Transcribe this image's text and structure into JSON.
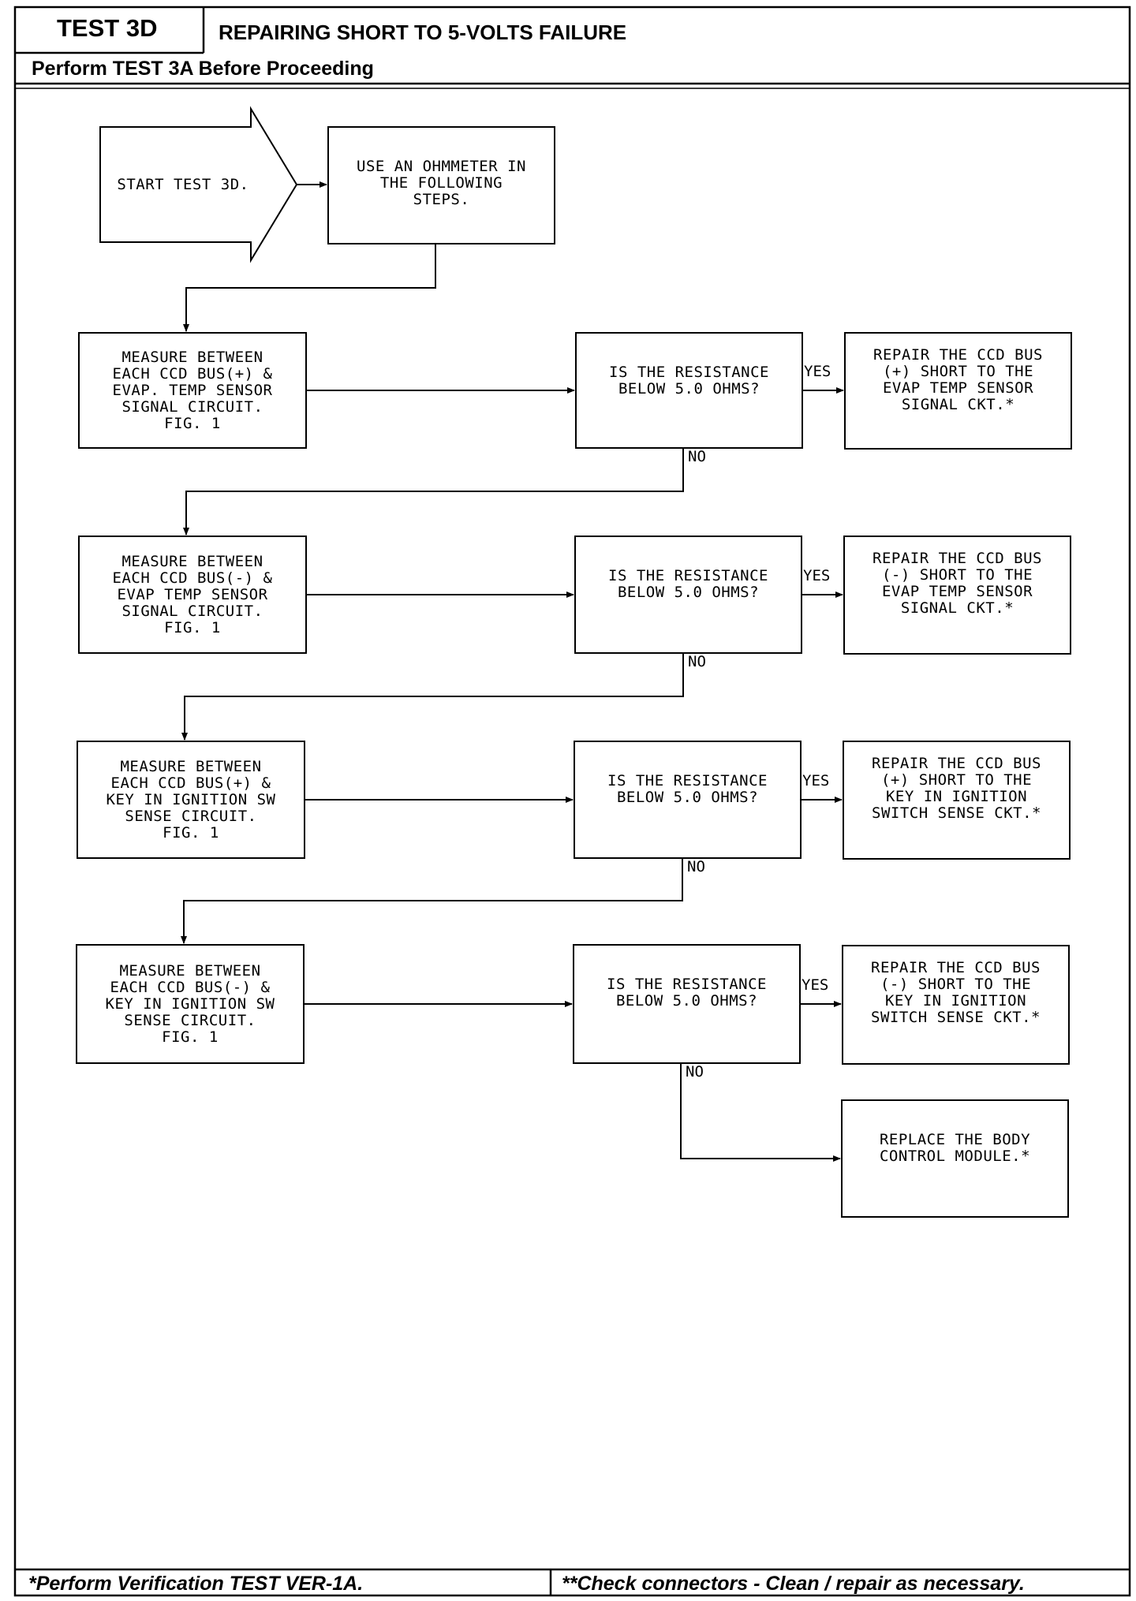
{
  "header": {
    "test_id": "TEST 3D",
    "title": "REPAIRING SHORT TO 5-VOLTS FAILURE",
    "prerequisite": "Perform TEST 3A Before Proceeding"
  },
  "flowchart": {
    "start": "START TEST 3D.",
    "intro": "USE AN OHMMETER IN\nTHE FOLLOWING\nSTEPS.",
    "steps": [
      {
        "measure": "MEASURE BETWEEN\nEACH CCD BUS(+) &\nEVAP. TEMP SENSOR\nSIGNAL CIRCUIT.\nFIG. 1",
        "question": "IS THE RESISTANCE\nBELOW 5.0 OHMS?",
        "yes_label": "YES",
        "yes_action": "REPAIR THE CCD BUS\n(+) SHORT TO THE\nEVAP TEMP SENSOR\nSIGNAL CKT.*",
        "no_label": "NO"
      },
      {
        "measure": "MEASURE BETWEEN\nEACH CCD BUS(-) &\nEVAP TEMP SENSOR\nSIGNAL CIRCUIT.\nFIG. 1",
        "question": "IS THE RESISTANCE\nBELOW 5.0 OHMS?",
        "yes_label": "YES",
        "yes_action": "REPAIR THE CCD BUS\n(-) SHORT TO THE\nEVAP TEMP SENSOR\nSIGNAL CKT.*",
        "no_label": "NO"
      },
      {
        "measure": "MEASURE BETWEEN\nEACH CCD BUS(+) &\nKEY IN IGNITION SW\nSENSE CIRCUIT.\nFIG. 1",
        "question": "IS THE RESISTANCE\nBELOW 5.0 OHMS?",
        "yes_label": "YES",
        "yes_action": "REPAIR THE CCD BUS\n(+) SHORT TO THE\nKEY IN IGNITION\nSWITCH SENSE CKT.*",
        "no_label": "NO"
      },
      {
        "measure": "MEASURE BETWEEN\nEACH CCD BUS(-) &\nKEY IN IGNITION SW\nSENSE CIRCUIT.\nFIG. 1",
        "question": "IS THE RESISTANCE\nBELOW 5.0 OHMS?",
        "yes_label": "YES",
        "yes_action": "REPAIR THE CCD BUS\n(-) SHORT TO THE\nKEY IN IGNITION\nSWITCH SENSE CKT.*",
        "no_label": "NO"
      }
    ],
    "final": "REPLACE THE BODY\nCONTROL MODULE.*"
  },
  "footer": {
    "left": "*Perform Verification TEST VER-1A.",
    "right": "**Check connectors - Clean / repair as necessary."
  }
}
